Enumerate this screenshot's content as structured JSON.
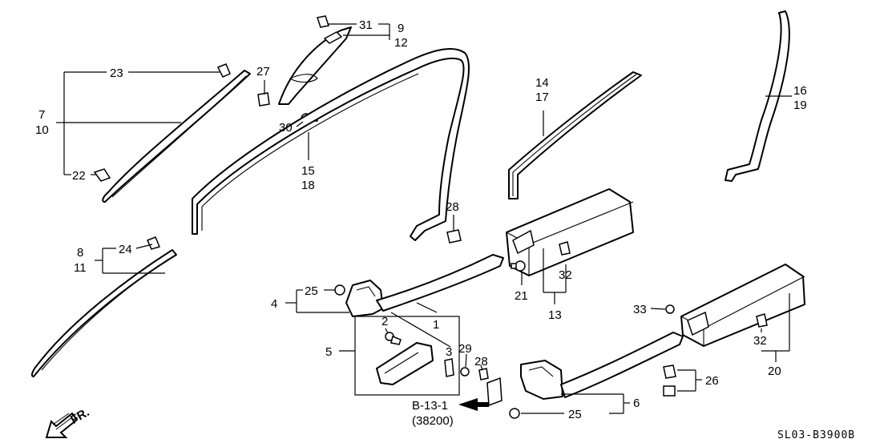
{
  "labels": {
    "l23": "23",
    "l7": "7",
    "l10": "10",
    "l22": "22",
    "l27": "27",
    "l31": "31",
    "l9": "9",
    "l12": "12",
    "l30": "30",
    "l15": "15",
    "l18": "18",
    "l14": "14",
    "l17": "17",
    "l16": "16",
    "l19": "19",
    "l28a": "28",
    "l8": "8",
    "l11": "11",
    "l24": "24",
    "l4": "4",
    "l25a": "25",
    "l2": "2",
    "l1": "1",
    "l3": "3",
    "l5": "5",
    "l29": "29",
    "l28b": "28",
    "l21": "21",
    "l32a": "32",
    "l13": "13",
    "l33": "33",
    "l32b": "32",
    "l20": "20",
    "l26": "26",
    "l6": "6",
    "l25b": "25"
  },
  "reference": {
    "code": "B-13-1",
    "number": "(38200)"
  },
  "direction": "FR.",
  "diagram_code": "SL03-B3900B"
}
